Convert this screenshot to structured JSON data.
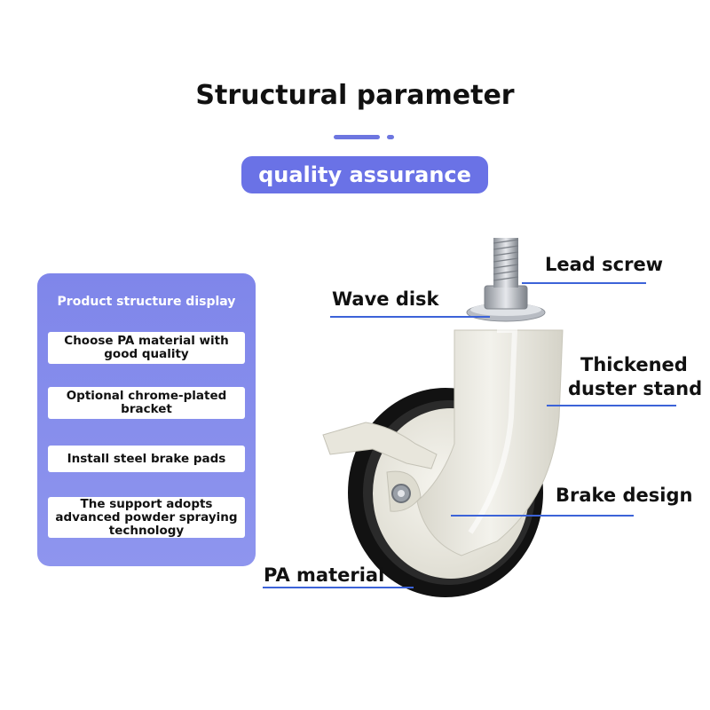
{
  "header": {
    "title": "Structural parameter",
    "badge": "quality assurance"
  },
  "panel": {
    "heading": "Product structure display",
    "features": [
      "Choose PA material with good quality",
      "Optional chrome-plated bracket",
      "Install steel brake pads",
      "The support adopts advanced powder spraying technology"
    ]
  },
  "callouts": {
    "lead_screw": "Lead screw",
    "wave_disk": "Wave disk",
    "thickened_line1": "Thickened",
    "thickened_line2": "duster stand",
    "brake_design": "Brake design",
    "pa_material": "PA material"
  },
  "colors": {
    "accent": "#6a72e6",
    "panel": "#8e95ee",
    "callout_line": "#3c63d8",
    "tire": "#111111",
    "body": "#ecebe3"
  }
}
